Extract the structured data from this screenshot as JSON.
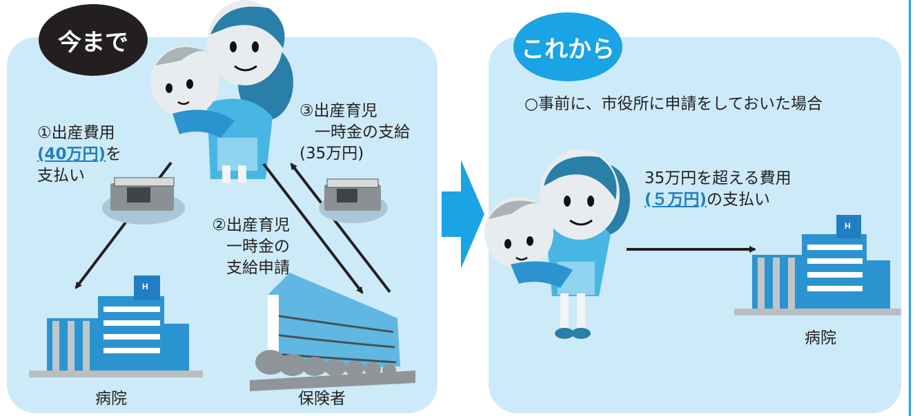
{
  "before": {
    "badge": "今まで",
    "step1": {
      "line1": "①出産費用",
      "amount": "(40万円)",
      "suffix": "を",
      "line3": "支払い"
    },
    "step2": {
      "line1": "②出産育児",
      "line2": "一時金の",
      "line3": "支給申請"
    },
    "step3": {
      "line1": "③出産育児",
      "line2": "一時金の支給",
      "line3": "(35万円)"
    },
    "hospital_label": "病院",
    "insurer_label": "保険者"
  },
  "after": {
    "badge": "これから",
    "condition": "○事前に、市役所に申請をしておいた場合",
    "payment_line1": "35万円を超える費用",
    "payment_amount": "(５万円)",
    "payment_suffix": "の支払い",
    "hospital_label": "病院",
    "hospital_sign": "H"
  },
  "colors": {
    "panel_bg": "#cdeaf8",
    "accent_blue": "#1aa3e5",
    "highlight_text": "#1f7fc2",
    "badge_dark": "#231f20",
    "building_blue": "#2b93cf"
  }
}
